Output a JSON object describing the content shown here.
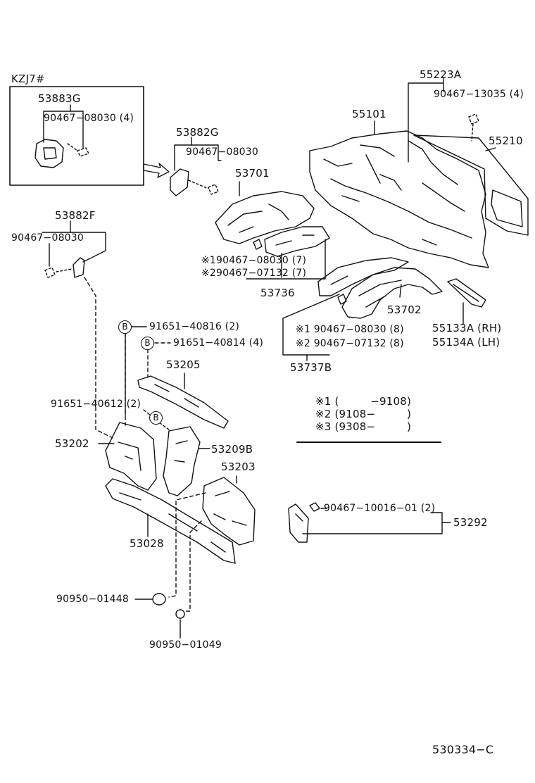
{
  "inset_label": "KZJ7#",
  "parts": {
    "p53883G": "53883G",
    "p90467_08030_4": "90467−08030 (4)",
    "p53882G": "53882G",
    "p90467_08030_g": "90467−08030",
    "p53882F": "53882F",
    "p90467_08030_f": "90467−08030",
    "p53701": "53701",
    "p53736_n1": "※190467−08030 (7)",
    "p53736_n2": "※290467−07132 (7)",
    "p53736": "53736",
    "p55223A": "55223A",
    "p90467_13035": "90467−13035 (4)",
    "p55101": "55101",
    "p55210": "55210",
    "p53702": "53702",
    "p53737_n1": "※1 90467−08030 (8)",
    "p53737_n2": "※2 90467−07132 (8)",
    "p53737B": "53737B",
    "p55133A": "55133A (RH)",
    "p55134A": "55134A (LH)",
    "p91651_40816": "91651−40816 (2)",
    "p91651_40814": "91651−40814 (4)",
    "p53205": "53205",
    "p91651_40612": "91651−40612 (2)",
    "p53202": "53202",
    "p53209B": "53209B",
    "p53203": "53203",
    "p53028": "53028",
    "p90467_10016": "90467−10016−01 (2)",
    "p53292": "53292",
    "p90950_01448": "90950−01448",
    "p90950_01049": "90950−01049"
  },
  "circle_marker": "B",
  "notes": {
    "n1": "※1 (         −9108)",
    "n2": "※2 (9108−         )",
    "n3": "※3 (9308−         )"
  },
  "figure_ref": "530334−C"
}
